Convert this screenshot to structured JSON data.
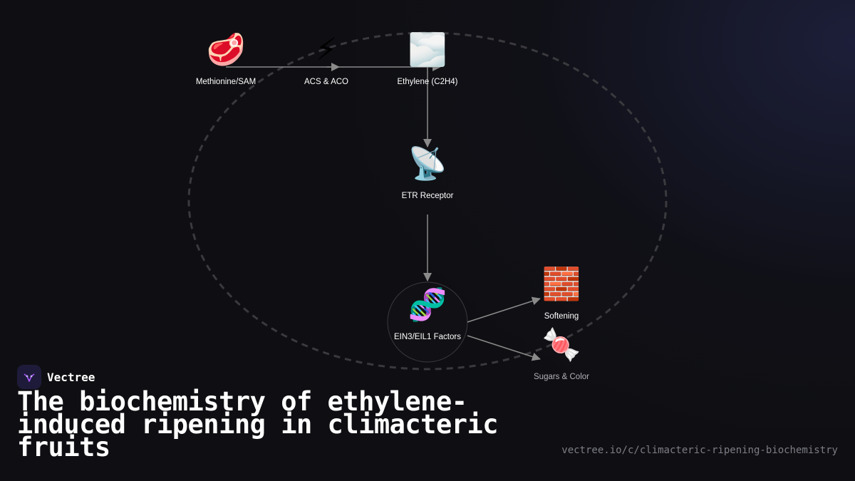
{
  "diagram": {
    "nodes": [
      {
        "id": "methionine",
        "label": "Methionine/SAM",
        "icon": "🥩",
        "icon_name": "meat-icon"
      },
      {
        "id": "acs",
        "label": "ACS & ACO",
        "icon": "⚡",
        "icon_name": "lightning-icon"
      },
      {
        "id": "ethylene",
        "label": "Ethylene (C2H4)",
        "icon": "🌫️",
        "icon_name": "fog-icon"
      },
      {
        "id": "etr",
        "label": "ETR Receptor",
        "icon": "📡",
        "icon_name": "satellite-dish-icon"
      },
      {
        "id": "ein3",
        "label": "EIN3/EIL1 Factors",
        "icon": "🧬",
        "icon_name": "dna-icon"
      },
      {
        "id": "softening",
        "label": "Softening",
        "icon": "🧱",
        "icon_name": "brick-icon"
      },
      {
        "id": "sugars",
        "label": "Sugars & Color",
        "icon": "🍬",
        "icon_name": "candy-icon"
      }
    ],
    "edges": [
      {
        "from": "methionine",
        "to": "acs"
      },
      {
        "from": "acs",
        "to": "ethylene"
      },
      {
        "from": "ethylene",
        "to": "etr"
      },
      {
        "from": "etr",
        "to": "ein3"
      },
      {
        "from": "ein3",
        "to": "softening"
      },
      {
        "from": "ein3",
        "to": "sugars"
      }
    ]
  },
  "brand": {
    "name": "Vectree"
  },
  "title": "The biochemistry of ethylene-induced ripening in climacteric fruits",
  "url": "vectree.io/c/climacteric-ripening-biochemistry",
  "colors": {
    "background": "#0f0f13",
    "edge": "#8a8a8a",
    "accent": "#a855f7"
  }
}
